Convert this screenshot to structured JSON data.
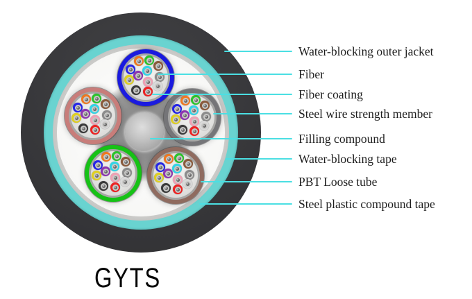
{
  "title": "GYTS",
  "diagram": {
    "labels": [
      {
        "text": "Water-blocking outer jacket"
      },
      {
        "text": "Fiber"
      },
      {
        "text": "Fiber coating"
      },
      {
        "text": "Steel wire strength member"
      },
      {
        "text": "Filling compound"
      },
      {
        "text": "Water-blocking tape"
      },
      {
        "text": "PBT Loose tube"
      },
      {
        "text": "Steel plastic compound tape"
      }
    ],
    "colors": {
      "leader_line": "#4bdfe3",
      "outer_jacket": "#38383b",
      "water_blocking_tape": "#69d3d0",
      "steel_plastic_tape": "#96968f",
      "interior": "#f6f6f4",
      "filling_compound": "#8d8d8d",
      "label_text": "#1d1d1d"
    },
    "loose_tubes": [
      {
        "name": "blue",
        "hex": "#1a1adf"
      },
      {
        "name": "rose",
        "hex": "#c87d7a"
      },
      {
        "name": "gray",
        "hex": "#757578"
      },
      {
        "name": "green",
        "hex": "#16c216"
      },
      {
        "name": "brown",
        "hex": "#8f6b5f"
      }
    ],
    "fiber_colors": [
      {
        "name": "orange",
        "hex": "#f07820"
      },
      {
        "name": "green",
        "hex": "#2bc42b"
      },
      {
        "name": "brown",
        "hex": "#8a5a3c"
      },
      {
        "name": "blue",
        "hex": "#2525e8"
      },
      {
        "name": "aqua",
        "hex": "#30d5e8"
      },
      {
        "name": "violet",
        "hex": "#8d35b0"
      },
      {
        "name": "slate",
        "hex": "#8c8c8c"
      },
      {
        "name": "yellow",
        "hex": "#e0d020"
      },
      {
        "name": "rose",
        "hex": "#f0a0b4"
      },
      {
        "name": "white",
        "hex": "#d9d9d9"
      },
      {
        "name": "black",
        "hex": "#3a3a3a"
      },
      {
        "name": "red",
        "hex": "#ee2222"
      }
    ]
  }
}
